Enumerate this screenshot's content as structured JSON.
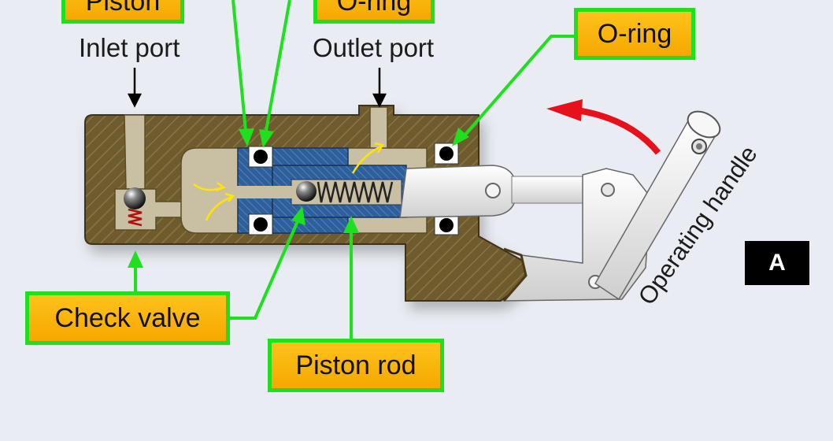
{
  "labels": {
    "piston": "Piston",
    "o_ring_top": "O-ring",
    "o_ring_right": "O-ring",
    "inlet_port": "Inlet port",
    "outlet_port": "Outlet port",
    "check_valve": "Check valve",
    "piston_rod": "Piston rod",
    "operating_handle": "Operating handle",
    "panel_letter": "A"
  },
  "colors": {
    "callout_fill": "#f5a800",
    "callout_border": "#1fe01f",
    "leader_line": "#1fe01f",
    "housing": "#6b5a2c",
    "chamber": "#c9c0a3",
    "piston": "#2f5f9a",
    "flow_arrow": "#ffe600",
    "rotation_arrow": "#e8101a",
    "background": "#e9edf3"
  }
}
